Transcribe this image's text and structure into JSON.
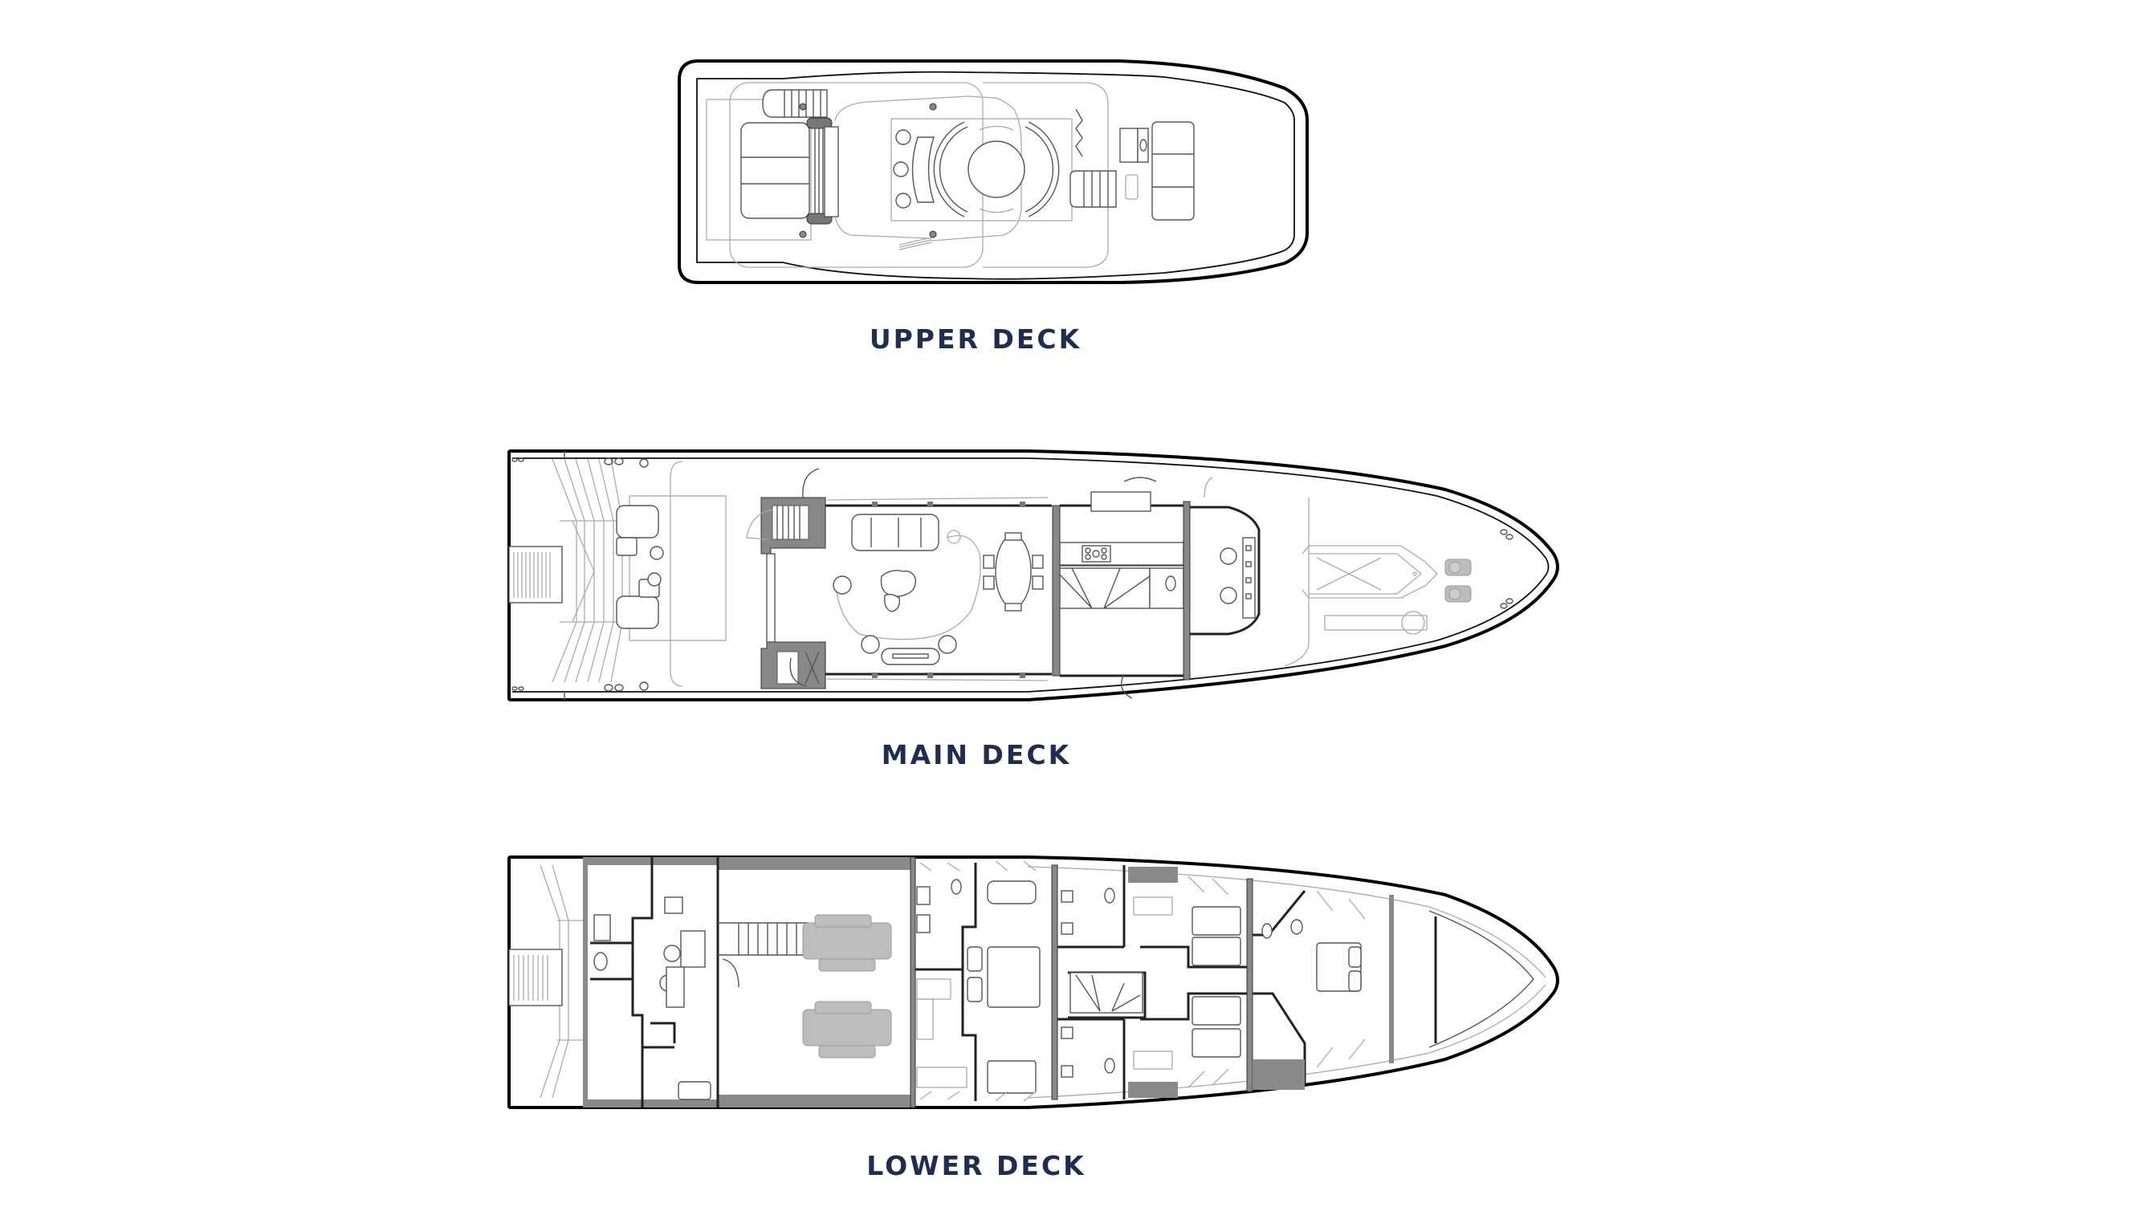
{
  "drawing": {
    "type": "yacht general arrangement",
    "label_color": "#1f2d50",
    "line_color": "#000000",
    "background": "#ffffff"
  },
  "decks": {
    "upper": {
      "label": "UPPER DECK",
      "features": [
        "stairs",
        "sun-pads",
        "circular dining table",
        "bar stools",
        "bimini frame",
        "helm station"
      ]
    },
    "main": {
      "label": "MAIN DECK",
      "features": [
        "swim platform",
        "aft deck seating",
        "salon",
        "dining table",
        "galley",
        "stairs",
        "day head",
        "wheelhouse",
        "tender",
        "anchor windlasses"
      ]
    },
    "lower": {
      "label": "LOWER DECK",
      "features": [
        "crew quarters",
        "engine room",
        "master cabin",
        "guest twin cabins",
        "VIP forward cabin",
        "bathrooms"
      ]
    }
  }
}
